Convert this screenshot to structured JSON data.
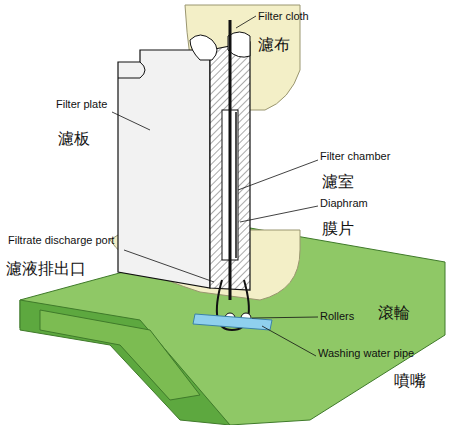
{
  "diagram": {
    "labels": [
      "Filter cloth",
      "濾布",
      "Filter plate",
      "濾板",
      "Filter chamber",
      "濾室",
      "Diaphram",
      "膜片",
      "Filtrate discharge port",
      "濾液排出口",
      "Rollers",
      "滾輪",
      "Washing water pipe",
      "噴嘴"
    ]
  }
}
